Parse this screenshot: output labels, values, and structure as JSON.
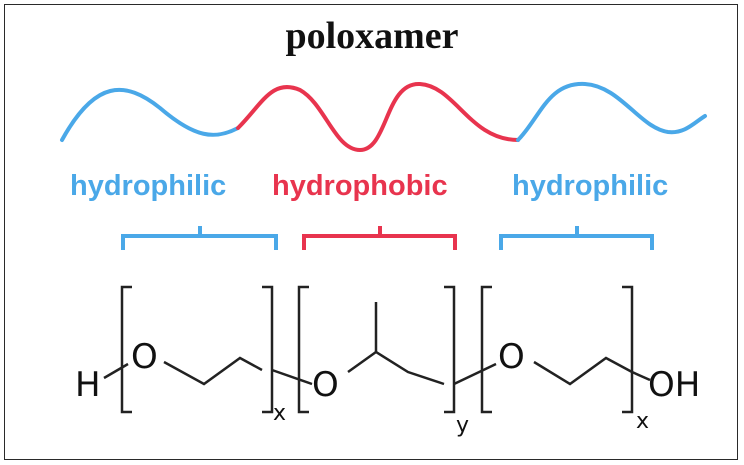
{
  "title": "poloxamer",
  "colors": {
    "hydrophilic": "#4aa8e8",
    "hydrophobic": "#e8344e",
    "structure": "#222222"
  },
  "blocks": [
    {
      "label": "hydrophilic",
      "kind": "hydrophilic"
    },
    {
      "label": "hydrophobic",
      "kind": "hydrophobic"
    },
    {
      "label": "hydrophilic",
      "kind": "hydrophilic"
    }
  ],
  "structure": {
    "left_end": "H",
    "right_end": "OH",
    "oxygen": "O",
    "subscripts": [
      "x",
      "y",
      "x"
    ]
  }
}
